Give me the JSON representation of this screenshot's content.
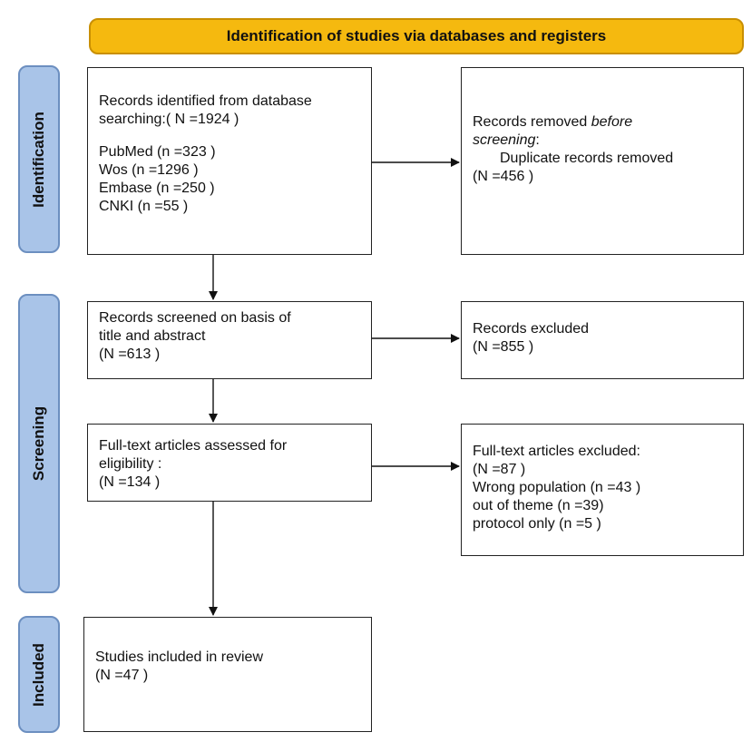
{
  "banner": {
    "title": "Identification of studies via databases and registers"
  },
  "stages": {
    "identification": "Identification",
    "screening": "Screening",
    "included": "Included"
  },
  "boxes": {
    "identified": {
      "line1": "Records identified from database",
      "line2": "searching:( N =1924 )",
      "sources": [
        "PubMed (n =323 )",
        "Wos (n =1296 )",
        "Embase (n =250 )",
        "CNKI (n =55 )"
      ]
    },
    "removed": {
      "line1": "Records removed ",
      "line1_italic": "before",
      "line2_italic": "screening",
      "line2_rest": ":",
      "line3": "Duplicate records removed",
      "line4": "(N =456 )"
    },
    "screened": {
      "line1": "Records screened on basis of",
      "line2": "title and abstract",
      "line3": "(N =613 )"
    },
    "excluded": {
      "line1": "Records excluded",
      "line2": "(N =855 )"
    },
    "fulltext": {
      "line1": "Full-text articles assessed for",
      "line2": "eligibility :",
      "line3": "(N =134 )"
    },
    "fulltext_excluded": {
      "line1": "Full-text articles excluded:",
      "line2": "(N =87 )",
      "line3": "Wrong population (n =43 )",
      "line4": "out of theme (n =39)",
      "line5": "protocol only (n =5 )"
    },
    "included": {
      "line1": "Studies included in review",
      "line2": "(N =47 )"
    }
  }
}
